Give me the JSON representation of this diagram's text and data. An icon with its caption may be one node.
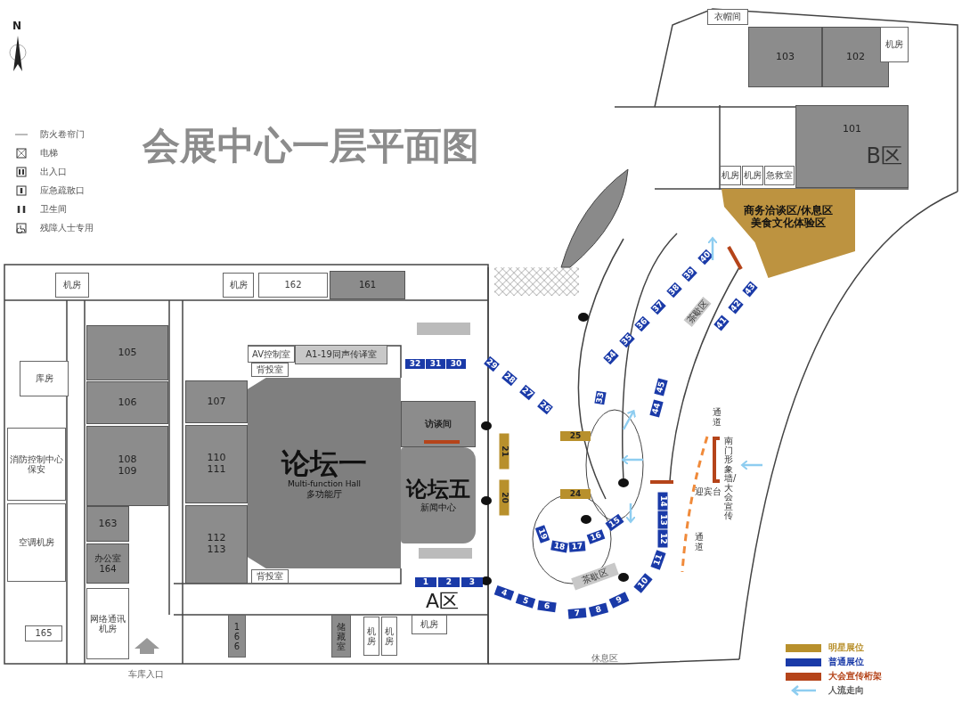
{
  "diagram": {
    "title": "会展中心一层平面图",
    "nodes": [
      {
        "text": [
          "衣帽间"
        ]
      },
      {
        "text": [
          "103"
        ]
      },
      {
        "text": [
          "102"
        ]
      },
      {
        "text": [
          "机房"
        ]
      },
      {
        "text": [
          "101",
          "B区"
        ]
      },
      {
        "text": [
          "机房"
        ]
      },
      {
        "text": [
          "机房"
        ]
      },
      {
        "text": [
          "急救室"
        ]
      },
      {
        "text": [
          "商务洽谈区/休息区美食文化体验区"
        ]
      },
      {
        "text": [
          "机房"
        ]
      },
      {
        "text": [
          "机房"
        ]
      },
      {
        "text": [
          "162"
        ]
      },
      {
        "text": [
          "161"
        ]
      },
      {
        "text": [
          "库房"
        ]
      },
      {
        "text": [
          "105"
        ]
      },
      {
        "text": [
          "106"
        ]
      },
      {
        "text": [
          "108",
          "109"
        ]
      },
      {
        "text": [
          "消防控制中心",
          "保安"
        ]
      },
      {
        "text": [
          "空调机房"
        ]
      },
      {
        "text": [
          "163"
        ]
      },
      {
        "text": [
          "办公室",
          "164"
        ]
      },
      {
        "text": [
          "网络通讯机房"
        ]
      },
      {
        "text": [
          "165"
        ]
      },
      {
        "text": [
          "107"
        ]
      },
      {
        "text": [
          "110",
          "111"
        ]
      },
      {
        "text": [
          "112",
          "113"
        ]
      },
      {
        "text": [
          "AV控制室"
        ]
      },
      {
        "text": [
          "A1-19同声传译室"
        ]
      },
      {
        "text": [
          "背投室"
        ]
      },
      {
        "text": [
          "论坛一",
          "Multi-function Hall",
          "多功能厅"
        ]
      },
      {
        "text": [
          "背投室"
        ]
      },
      {
        "text": [
          "访谈间"
        ]
      },
      {
        "text": [
          "论坛五",
          "新闻中心"
        ]
      },
      {
        "text": [
          "166"
        ]
      },
      {
        "text": [
          "储藏室"
        ]
      },
      {
        "text": [
          "机房"
        ]
      },
      {
        "text": [
          "机房"
        ]
      },
      {
        "text": [
          "机房"
        ]
      },
      {
        "text": [
          "茶歇区"
        ]
      },
      {
        "text": [
          "茶歇区"
        ]
      },
      {
        "text": [
          "1"
        ]
      },
      {
        "text": [
          "2"
        ]
      },
      {
        "text": [
          "3"
        ]
      },
      {
        "text": [
          "4"
        ]
      },
      {
        "text": [
          "5"
        ]
      },
      {
        "text": [
          "6"
        ]
      },
      {
        "text": [
          "7"
        ]
      },
      {
        "text": [
          "8"
        ]
      },
      {
        "text": [
          "9"
        ]
      },
      {
        "text": [
          "10"
        ]
      },
      {
        "text": [
          "11"
        ]
      },
      {
        "text": [
          "12"
        ]
      },
      {
        "text": [
          "13"
        ]
      },
      {
        "text": [
          "14"
        ]
      },
      {
        "text": [
          "15"
        ]
      },
      {
        "text": [
          "16"
        ]
      },
      {
        "text": [
          "17"
        ]
      },
      {
        "text": [
          "18"
        ]
      },
      {
        "text": [
          "19"
        ]
      },
      {
        "text": [
          "20"
        ]
      },
      {
        "text": [
          "21"
        ]
      },
      {
        "text": [
          "24"
        ]
      },
      {
        "text": [
          "25"
        ]
      },
      {
        "text": [
          "26"
        ]
      },
      {
        "text": [
          "27"
        ]
      },
      {
        "text": [
          "28"
        ]
      },
      {
        "text": [
          "29"
        ]
      },
      {
        "text": [
          "30"
        ]
      },
      {
        "text": [
          "31"
        ]
      },
      {
        "text": [
          "32"
        ]
      },
      {
        "text": [
          "33"
        ]
      },
      {
        "text": [
          "34"
        ]
      },
      {
        "text": [
          "35"
        ]
      },
      {
        "text": [
          "36"
        ]
      },
      {
        "text": [
          "37"
        ]
      },
      {
        "text": [
          "38"
        ]
      },
      {
        "text": [
          "39"
        ]
      },
      {
        "text": [
          "40"
        ]
      },
      {
        "text": [
          "41"
        ]
      },
      {
        "text": [
          "42"
        ]
      },
      {
        "text": [
          "43"
        ]
      },
      {
        "text": [
          "44"
        ]
      },
      {
        "text": [
          "45"
        ]
      }
    ],
    "labels": [
      "N",
      "A区",
      "车库入口",
      "休息区",
      "迎宾台",
      "南门形象墙/大会宣传",
      "通道",
      "通道"
    ],
    "legend": [
      {
        "text": "防火卷帘门"
      },
      {
        "text": "电梯"
      },
      {
        "text": "出入口"
      },
      {
        "text": "应急疏散口"
      },
      {
        "text": "卫生间"
      },
      {
        "text": "残障人士专用"
      },
      {
        "text": "明星展位",
        "color": "#b8902c"
      },
      {
        "text": "普通展位",
        "color": "#1a3aa8"
      },
      {
        "text": "大会宣传桁架",
        "color": "#b5441a"
      },
      {
        "text": "人流走向"
      }
    ]
  }
}
